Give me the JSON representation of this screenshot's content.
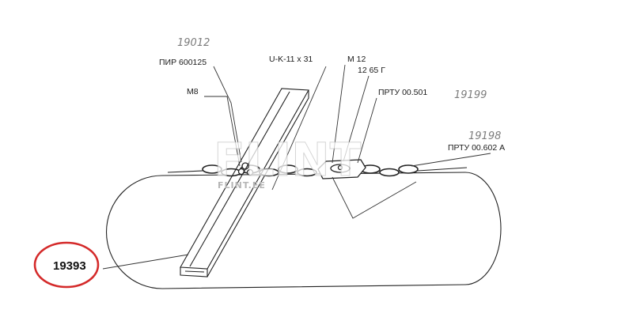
{
  "labels": {
    "pir": "ПИР 600125",
    "m8": "M8",
    "uk": "U-K-11 x 31",
    "m12": "M 12",
    "g1265": "12 65 Г",
    "prtu501": "ПРТУ 00.501",
    "prtu602": "ПРТУ 00.602 А"
  },
  "handwritten": {
    "n19012": "19012",
    "n19199": "19199",
    "n19198": "19198"
  },
  "part_number": "19393",
  "watermark": {
    "main": "FLINT",
    "sub": "FLINT.EE"
  },
  "colors": {
    "circle": "#d42a2a",
    "ink": "#222222",
    "pencil": "#7c7c7c"
  }
}
